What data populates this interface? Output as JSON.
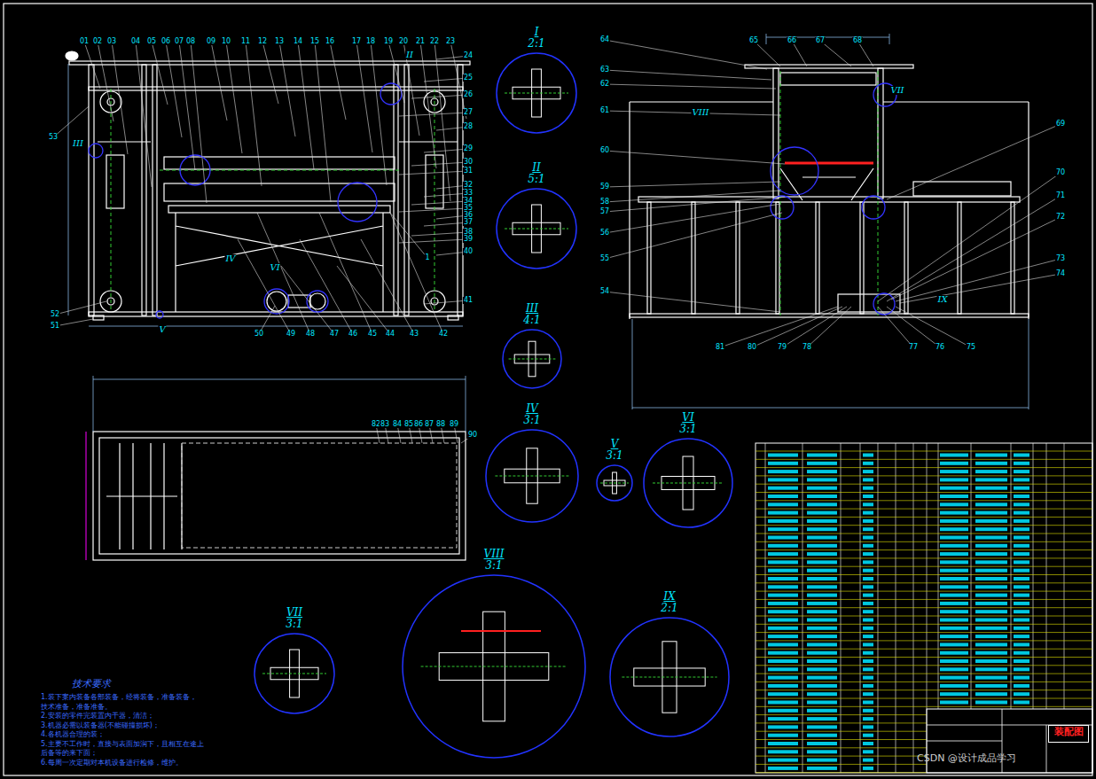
{
  "diagram": {
    "nodes": [
      {
        "text": [
          "I",
          "2:1"
        ]
      },
      {
        "text": [
          "II",
          "5:1"
        ]
      },
      {
        "text": [
          "III",
          "4:1"
        ]
      },
      {
        "text": [
          "IV",
          "3:1"
        ]
      },
      {
        "text": [
          "V",
          "3:1"
        ]
      },
      {
        "text": [
          "VI",
          "3:1"
        ]
      },
      {
        "text": [
          "VII",
          "3:1"
        ]
      },
      {
        "text": [
          "VIII",
          "3:1"
        ]
      },
      {
        "text": [
          "IX",
          "2:1"
        ]
      },
      {
        "text": [
          "装配图"
        ]
      }
    ],
    "labels": [
      "01",
      "02",
      "03",
      "04",
      "05",
      "06",
      "07",
      "08",
      "09",
      "10",
      "11",
      "12",
      "13",
      "14",
      "15",
      "16",
      "17",
      "18",
      "19",
      "20",
      "21",
      "22",
      "23",
      "24",
      "25",
      "26",
      "27",
      "28",
      "29",
      "30",
      "31",
      "32",
      "33",
      "34",
      "35",
      "36",
      "37",
      "38",
      "39",
      "40",
      "41",
      "1",
      "42",
      "43",
      "44",
      "45",
      "46",
      "47",
      "48",
      "49",
      "50",
      "51",
      "52",
      "53",
      "II",
      "III",
      "IV",
      "V",
      "VI",
      "64",
      "63",
      "62",
      "61",
      "60",
      "59",
      "58",
      "57",
      "56",
      "55",
      "54",
      "65",
      "66",
      "67",
      "68",
      "69",
      "70",
      "71",
      "72",
      "73",
      "74",
      "75",
      "76",
      "77",
      "78",
      "79",
      "80",
      "81",
      "VII",
      "VIII",
      "IX",
      "82",
      "83",
      "84",
      "85",
      "86",
      "87",
      "88",
      "89",
      "90",
      "技术要求",
      "1.装下案内装备各部装备，经将装备，准备装备，",
      "技术准备，准备准备。",
      "2.安装的零件完装置内干器，清洁；",
      "3.机器必需以装备器(不能碰撞损坏)；",
      "4.各机器合理的装；",
      "5.主要不工作时，直接与表面加润下，且相互在途上",
      "后备等的来下面；",
      "6.每周一次定期对本机设备进行检修，维护。",
      "CSDN @设计成品学习"
    ]
  }
}
